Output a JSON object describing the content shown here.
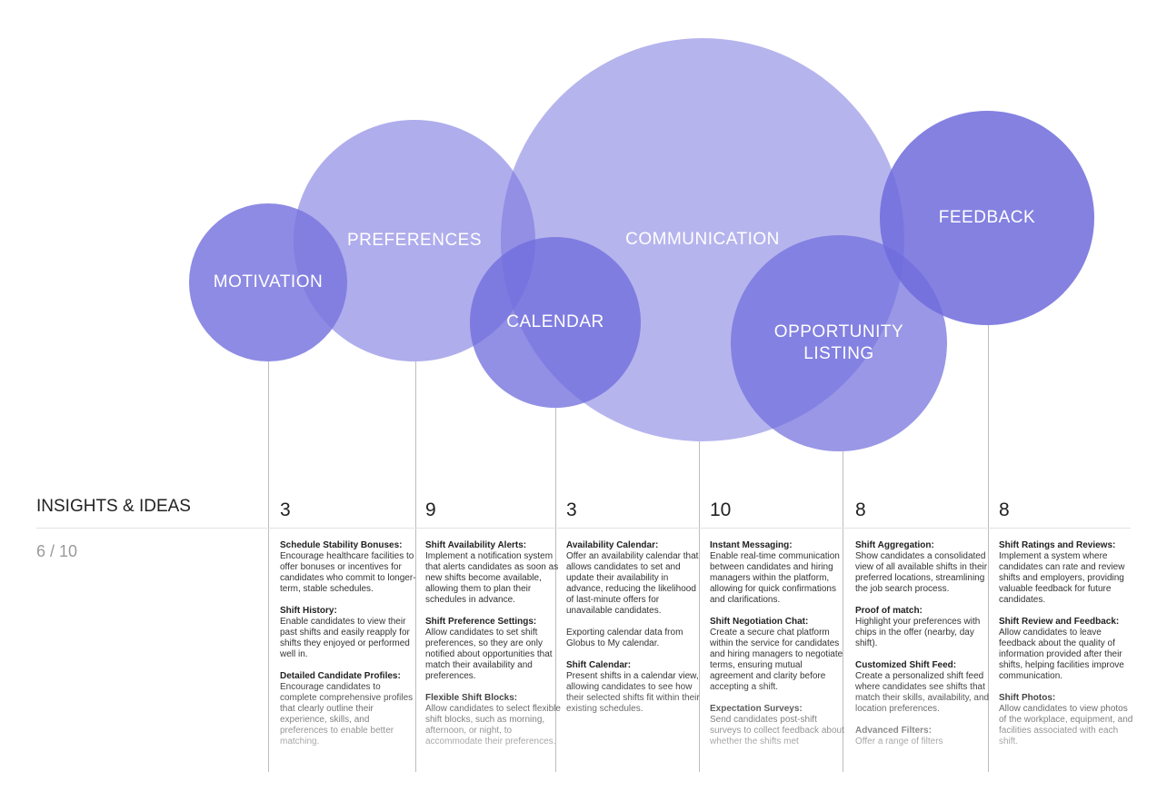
{
  "header": {
    "title": "INSIGHTS & IDEAS",
    "ratio": "6 / 10"
  },
  "themes": [
    {
      "label": "MOTIVATION",
      "count": "3",
      "items": [
        {
          "title": "Schedule Stability Bonuses:",
          "text": "Encourage healthcare facilities to offer bonuses or incentives for candidates who commit to longer-term, stable schedules."
        },
        {
          "title": "Shift History:",
          "text": "Enable candidates to view their past shifts and easily reapply for shifts they enjoyed or performed well in."
        },
        {
          "title": "Detailed Candidate Profiles:",
          "text": "Encourage candidates to complete comprehensive profiles that clearly outline their experience, skills, and preferences to enable better matching."
        }
      ]
    },
    {
      "label": "PREFERENCES",
      "count": "9",
      "items": [
        {
          "title": "Shift Availability Alerts:",
          "text": "Implement a notification system that alerts candidates as soon as new shifts become available, allowing them to plan their schedules in advance."
        },
        {
          "title": "Shift Preference Settings:",
          "text": "Allow candidates to set shift preferences, so they are only notified about opportunities that match their availability and preferences."
        },
        {
          "title": "Flexible Shift Blocks:",
          "text": "Allow candidates to select flexible shift blocks, such as morning, afternoon, or night, to accommodate their preferences."
        }
      ]
    },
    {
      "label": "CALENDAR",
      "count": "3",
      "items": [
        {
          "title": "Availability Calendar:",
          "text": "Offer an availability calendar that allows candidates to set and update their availability in advance, reducing the likelihood of last-minute offers for unavailable candidates."
        },
        {
          "title": "",
          "text": "Exporting calendar data from Globus to My calendar."
        },
        {
          "title": "Shift Calendar:",
          "text": "Present shifts in a calendar view, allowing candidates to see how their selected shifts fit within their existing schedules."
        }
      ]
    },
    {
      "label": "COMMUNICATION",
      "count": "10",
      "items": [
        {
          "title": "Instant Messaging:",
          "text": "Enable real-time communication between candidates and hiring managers within the platform, allowing for quick confirmations and clarifications."
        },
        {
          "title": "Shift Negotiation Chat:",
          "text": "Create a secure chat platform within the service for candidates and hiring managers to negotiate terms, ensuring mutual agreement and clarity before accepting a shift."
        },
        {
          "title": "Expectation Surveys:",
          "text": "Send candidates post-shift surveys to collect feedback about whether the shifts met"
        }
      ]
    },
    {
      "label": "OPPORTUNITY LISTING",
      "count": "8",
      "items": [
        {
          "title": "Shift Aggregation:",
          "text": "Show candidates a consolidated view of all available shifts in their preferred locations, streamlining the job search process."
        },
        {
          "title": "Proof of match:",
          "text": "Highlight your preferences with chips in the offer (nearby, day shift)."
        },
        {
          "title": "Customized Shift Feed:",
          "text": "Create a personalized shift feed where candidates see shifts that match their skills, availability, and location preferences."
        },
        {
          "title": "Advanced Filters:",
          "text": "Offer a range of filters"
        }
      ]
    },
    {
      "label": "FEEDBACK",
      "count": "8",
      "items": [
        {
          "title": "Shift Ratings and Reviews:",
          "text": "Implement a system where candidates can rate and review shifts and employers, providing valuable feedback for future candidates."
        },
        {
          "title": "Shift Review and Feedback:",
          "text": "Allow candidates to leave feedback about the quality of information provided after their shifts, helping facilities improve communication."
        },
        {
          "title": "Shift Photos:",
          "text": "Allow candidates to view photos of the workplace, equipment, and facilities associated with each shift."
        }
      ]
    }
  ],
  "colors": {
    "circle": "#7a77df",
    "line": "#bdbdbd"
  }
}
